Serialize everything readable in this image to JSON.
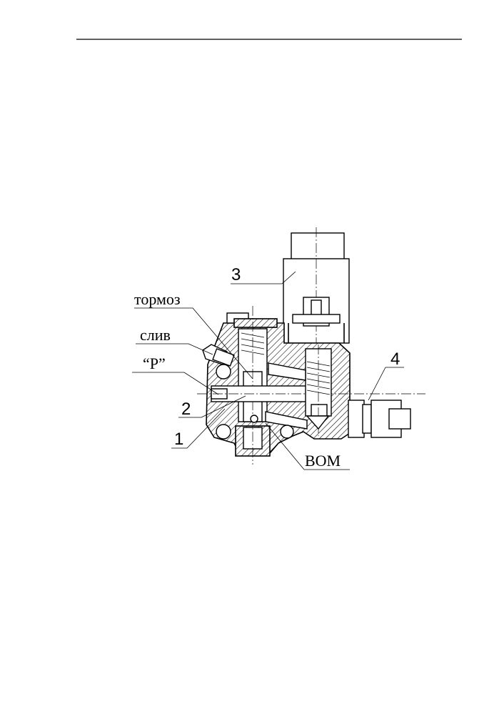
{
  "labels": {
    "brake": "тормоз",
    "drain": "слив",
    "pressure": "“P”",
    "pto": "ВОМ"
  },
  "callouts": {
    "n1": "1",
    "n2": "2",
    "n3": "3",
    "n4": "4"
  }
}
